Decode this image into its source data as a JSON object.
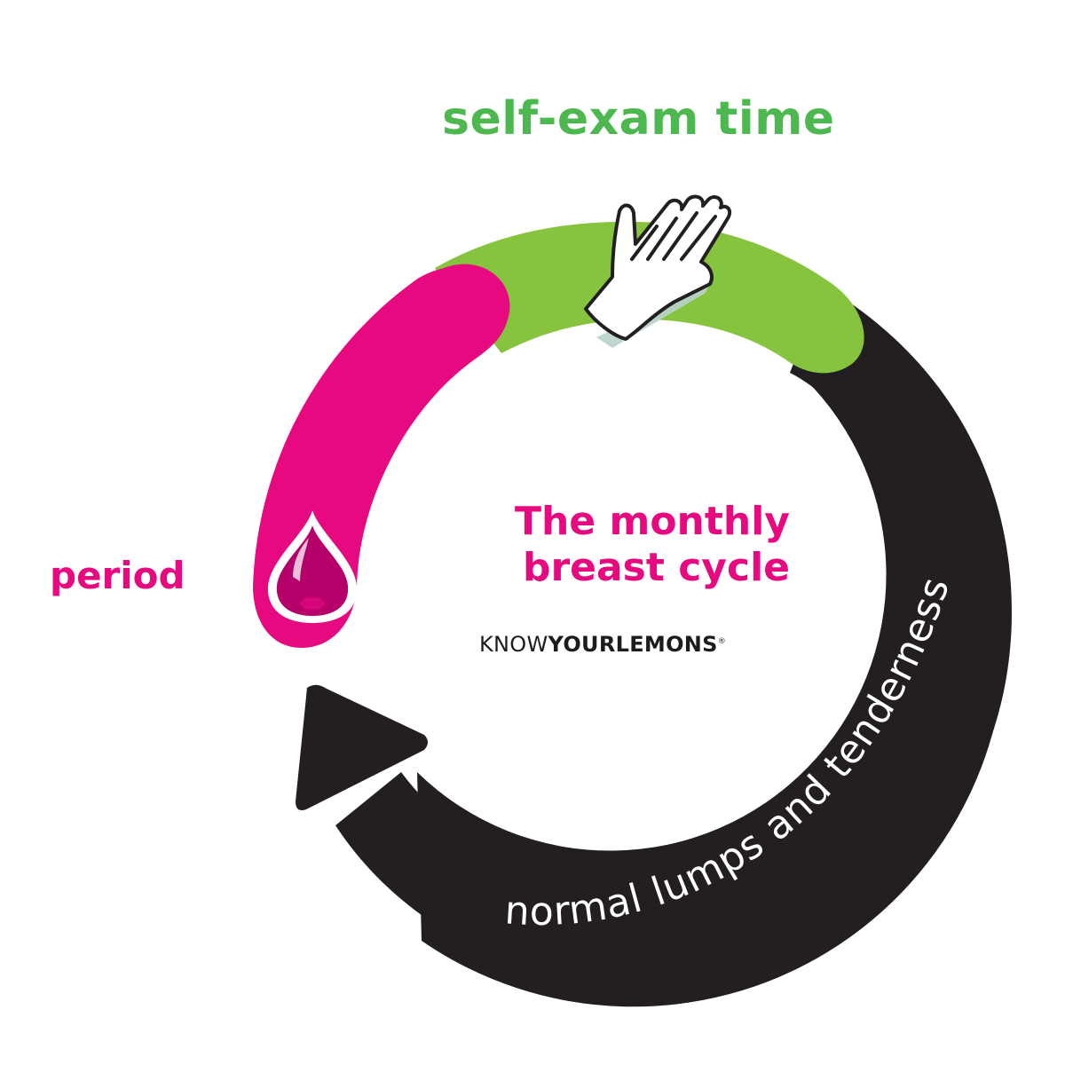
{
  "labels": {
    "self_exam": "self-exam time",
    "period": "period",
    "title_line1": "The monthly",
    "title_line2": "breast cycle",
    "arrow_text": "normal lumps and tenderness"
  },
  "brand": {
    "part1": "KNOW",
    "part2": "YOUR",
    "part3": "LEMONS",
    "registered": "®"
  },
  "colors": {
    "pink": "#e6097f",
    "green": "#86c440",
    "green_text": "#4cb84f",
    "dark": "#231f20",
    "drop_fill": "#b5006a"
  },
  "icons": {
    "hand": "hand-icon",
    "drop": "blood-drop-icon",
    "arrow": "circular-arrow"
  }
}
